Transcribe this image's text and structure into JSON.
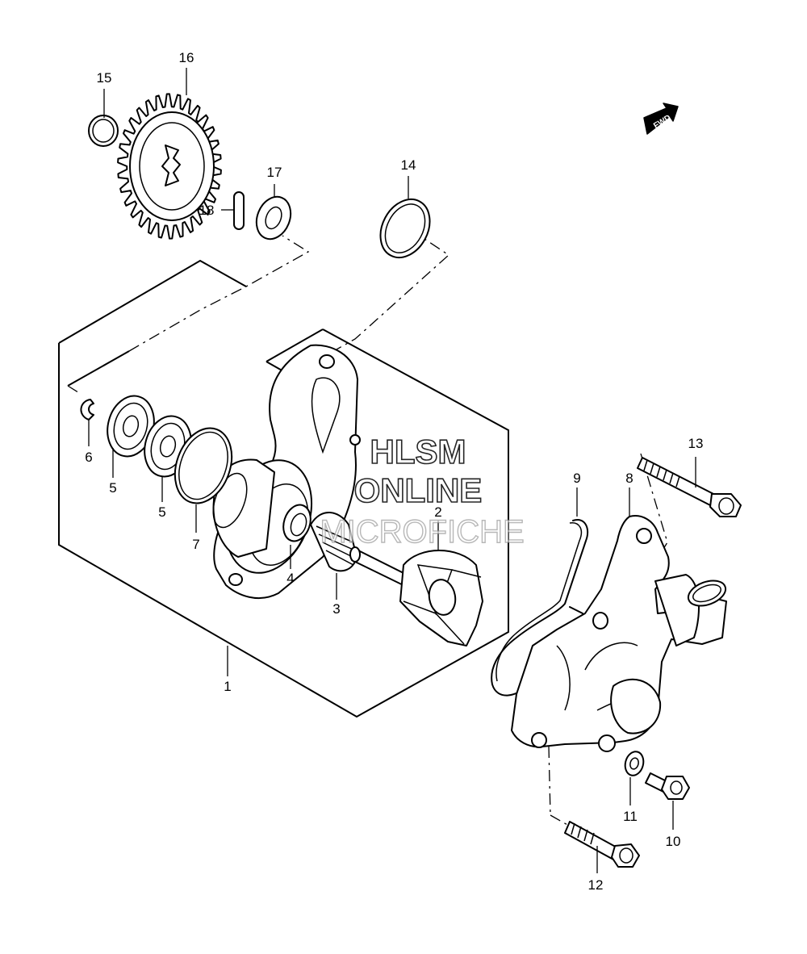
{
  "callouts": {
    "c1": "1",
    "c2": "2",
    "c3": "3",
    "c4": "4",
    "c5a": "5",
    "c5b": "5",
    "c6": "6",
    "c7": "7",
    "c8": "8",
    "c9": "9",
    "c10": "10",
    "c11": "11",
    "c12": "12",
    "c13": "13",
    "c14": "14",
    "c15": "15",
    "c16": "16",
    "c17": "17",
    "c18": "18"
  },
  "fwd_badge": "FWD",
  "watermark": {
    "line1": "HLSM",
    "line2": "ONLINE",
    "line3": "MICROFICHE"
  },
  "colors": {
    "line": "#000000",
    "background": "#ffffff"
  }
}
